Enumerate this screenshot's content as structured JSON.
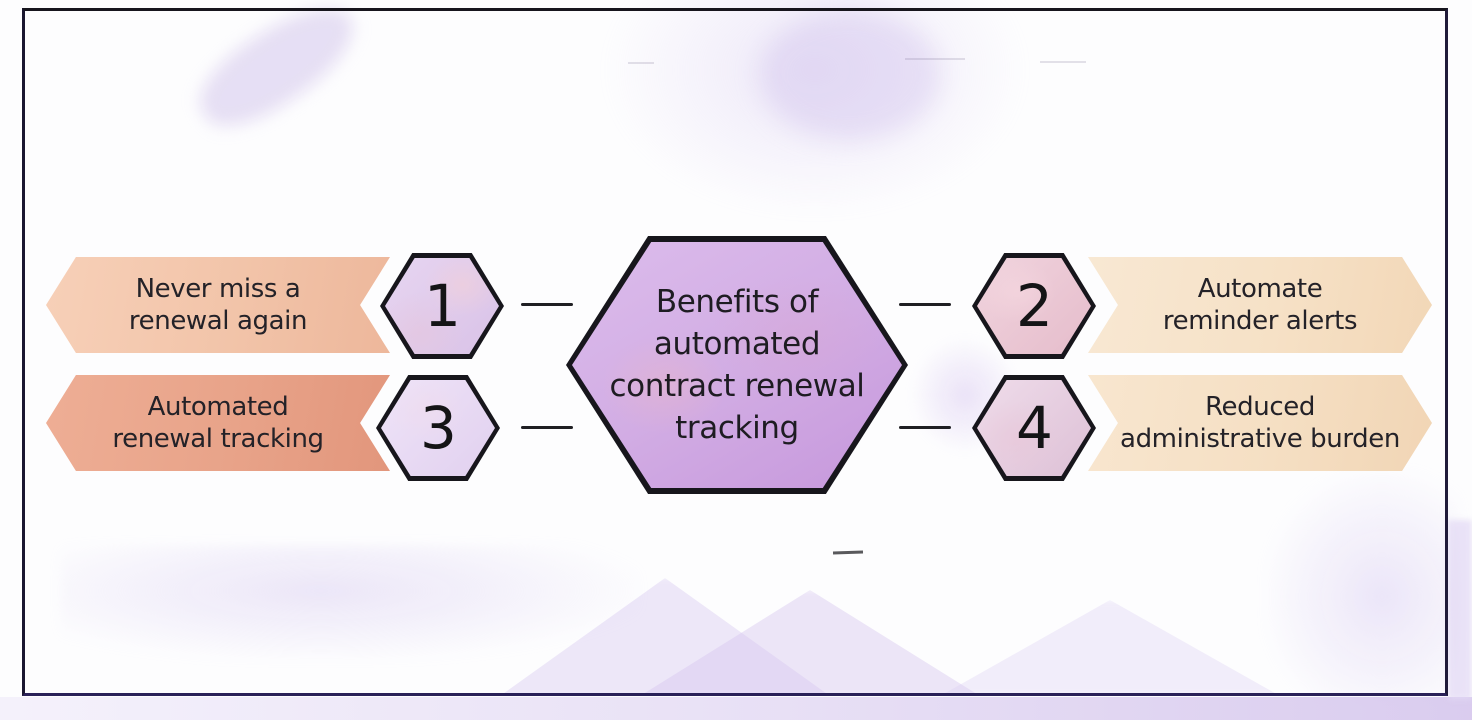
{
  "figure": {
    "title": "Benefits of automated contract renewal tracking",
    "title_lines": [
      "Benefits of",
      "automated",
      "contract renewal",
      "tracking"
    ],
    "items": [
      {
        "number": "1",
        "label": "Never miss a renewal again",
        "label_lines": [
          "Never miss a",
          "renewal again"
        ],
        "position": "top-left"
      },
      {
        "number": "2",
        "label": "Automate reminder alerts",
        "label_lines": [
          "Automate",
          "reminder alerts"
        ],
        "position": "top-right"
      },
      {
        "number": "3",
        "label": "Automated renewal tracking",
        "label_lines": [
          "Automated",
          "renewal tracking"
        ],
        "position": "bottom-left"
      },
      {
        "number": "4",
        "label": "Reduced administrative burden",
        "label_lines": [
          "Reduced",
          "administrative burden"
        ],
        "position": "bottom-right"
      }
    ],
    "colors": {
      "banner_top_left": "#f2c4a9",
      "banner_bottom_left": "#e8a389",
      "banner_top_right": "#f6e1c6",
      "banner_bottom_right": "#f5dfc3",
      "hexagon_1_fill": "#e0cbec",
      "hexagon_2_fill": "#ebc8d5",
      "hexagon_3_fill": "#e8daf4",
      "hexagon_4_fill": "#e6cee0",
      "center_hexagon_fill": "#cfa9e3",
      "outline": "#17161c",
      "text": "#1e1c20",
      "background_wash": "#ddd2ef"
    }
  }
}
